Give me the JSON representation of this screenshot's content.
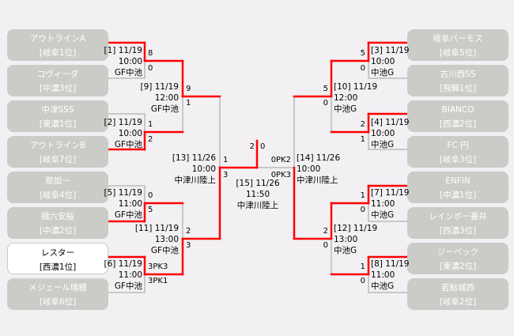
{
  "colors": {
    "win": "#ff0000",
    "line": "#c8c8c8",
    "box": "#cbcbc8",
    "background": "#f2f0f3"
  },
  "left_teams": [
    {
      "name": "アウトラインA",
      "rank": "[岐阜1位]"
    },
    {
      "name": "コヴィーダ",
      "rank": "[中濃3位]"
    },
    {
      "name": "中津SSS",
      "rank": "[東濃1位]"
    },
    {
      "name": "アウトラインB",
      "rank": "[岐阜7位]"
    },
    {
      "name": "那加一",
      "rank": "[岐阜4位]"
    },
    {
      "name": "揖六安桜",
      "rank": "[中濃2位]"
    },
    {
      "name": "レスター",
      "rank": "[西濃1位]"
    },
    {
      "name": "メジェール瑞穂",
      "rank": "[岐阜6位]"
    }
  ],
  "right_teams": [
    {
      "name": "岐阜バーモス",
      "rank": "[岐阜5位]"
    },
    {
      "name": "古川西SS",
      "rank": "[飛騨1位]"
    },
    {
      "name": "BIANCO",
      "rank": "[西濃2位]"
    },
    {
      "name": "FC 円",
      "rank": "[岐阜3位]"
    },
    {
      "name": "ENFIN",
      "rank": "[中濃1位]"
    },
    {
      "name": "レインボー垂井",
      "rank": "[西濃3位]"
    },
    {
      "name": "ジーベック",
      "rank": "[東濃2位]"
    },
    {
      "name": "若鮎城西",
      "rank": "[岐阜2位]"
    }
  ],
  "matches": {
    "m1": {
      "label": "[1] 11/19",
      "time": "10:00",
      "venue": "GF中池",
      "s1": "8",
      "s2": "0"
    },
    "m2": {
      "label": "[2] 11/19",
      "time": "10:00",
      "venue": "GF中池",
      "s1": "1",
      "s2": "2"
    },
    "m5": {
      "label": "[5] 11/19",
      "time": "11:00",
      "venue": "GF中池",
      "s1": "0",
      "s2": "5"
    },
    "m6": {
      "label": "[6] 11/19",
      "time": "11:00",
      "venue": "GF中池",
      "s1": "3PK3",
      "s2": "3PK1"
    },
    "m9": {
      "label": "[9] 11/19",
      "time": "12:00",
      "venue": "GF中池",
      "s1": "9",
      "s2": "1"
    },
    "m11": {
      "label": "[11] 11/19",
      "time": "13:00",
      "venue": "GF中池",
      "s1": "2",
      "s2": "3"
    },
    "m13": {
      "label": "[13] 11/26",
      "time": "10:00",
      "venue": "中津川陸上",
      "s1": "1",
      "s2": "3"
    },
    "m3": {
      "label": "[3] 11/19",
      "time": "10:00",
      "venue": "中池G",
      "s1": "5",
      "s2": "0"
    },
    "m4": {
      "label": "[4] 11/19",
      "time": "10:00",
      "venue": "中池G",
      "s1": "2",
      "s2": "1"
    },
    "m7": {
      "label": "[7] 11/19",
      "time": "11:00",
      "venue": "中池G",
      "s1": "1",
      "s2": "0"
    },
    "m8": {
      "label": "[8] 11/19",
      "time": "11:00",
      "venue": "中池G",
      "s1": "1",
      "s2": "0"
    },
    "m10": {
      "label": "[10] 11/19",
      "time": "12:00",
      "venue": "中池G",
      "s1": "5",
      "s2": "0"
    },
    "m12": {
      "label": "[12] 11/19",
      "time": "13:00",
      "venue": "中池G",
      "s1": "2",
      "s2": "0"
    },
    "m14": {
      "label": "[14] 11/26",
      "time": "10:00",
      "venue": "中津川陸上",
      "s1": "0PK2",
      "s2": "0PK3"
    },
    "m15": {
      "label": "[15] 11/26",
      "time": "11:50",
      "venue": "中津川陸上",
      "s1": "2",
      "s2": "0"
    }
  }
}
